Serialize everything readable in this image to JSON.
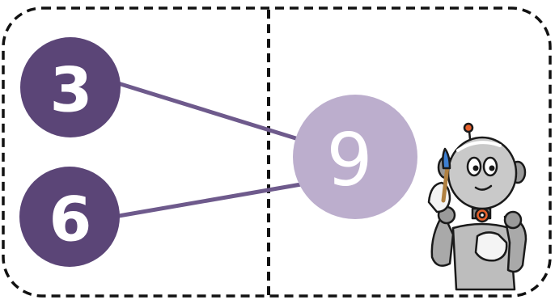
{
  "bond": {
    "parts": [
      {
        "value": "3"
      },
      {
        "value": "6"
      }
    ],
    "whole": {
      "value": "9"
    }
  },
  "colors": {
    "part_circle": "#5b4577",
    "whole_circle": "#bcaecd",
    "connector": "#6e5a8c",
    "border": "#111111"
  },
  "illustration": {
    "icon": "robot-thinking-icon"
  }
}
